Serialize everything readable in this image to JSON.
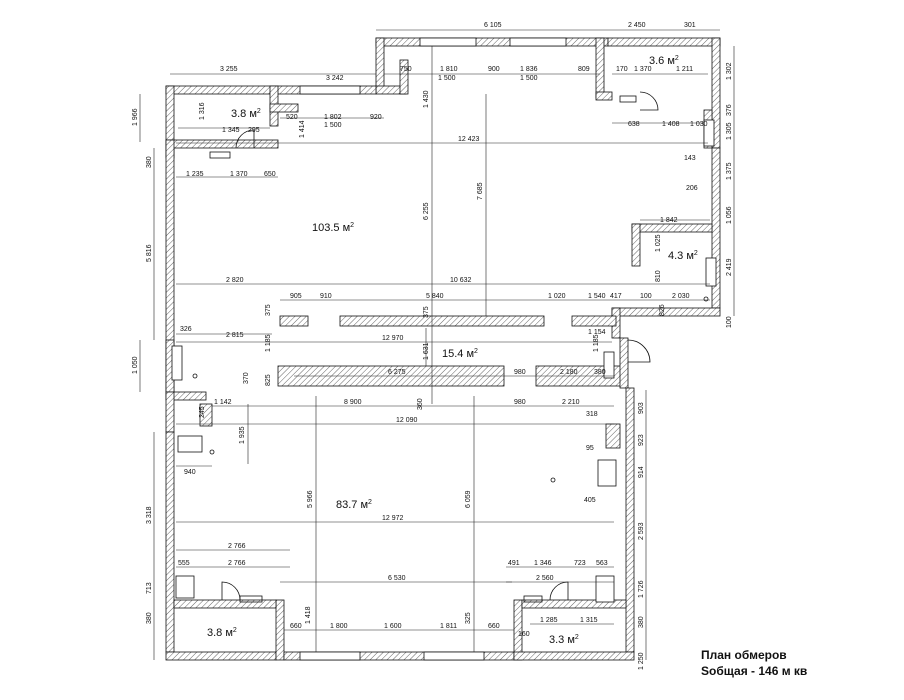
{
  "caption": {
    "line1": "План обмеров",
    "line2": "Sобщая - 146 м кв"
  },
  "rooms": [
    {
      "key": "r1",
      "area": "103.5 м",
      "sup": "2"
    },
    {
      "key": "r2",
      "area": "83.7 м",
      "sup": "2"
    },
    {
      "key": "r3",
      "area": "15.4 м",
      "sup": "2"
    },
    {
      "key": "r4",
      "area": "3.8 м",
      "sup": "2"
    },
    {
      "key": "r5",
      "area": "3.6 м",
      "sup": "2"
    },
    {
      "key": "r6",
      "area": "4.3 м",
      "sup": "2"
    },
    {
      "key": "r7",
      "area": "3.8 м",
      "sup": "2"
    },
    {
      "key": "r8",
      "area": "3.3 м",
      "sup": "2"
    }
  ],
  "dimensions": {
    "top": [
      "6 105",
      "2 450",
      "301",
      "3 255",
      "3 242",
      "750",
      "1 810",
      "900",
      "1 836",
      "809",
      "170",
      "1 370",
      "1 211",
      "1 500",
      "1 500",
      "1 430"
    ],
    "upper": [
      "1 316",
      "1 345",
      "295",
      "520",
      "1 802",
      "920",
      "1 500",
      "1 414",
      "12 423",
      "638",
      "1 408",
      "1 030",
      "143",
      "206"
    ],
    "middle": [
      "1 235",
      "1 370",
      "650",
      "6 255",
      "7 685",
      "1 842",
      "1 025",
      "810",
      "2 820",
      "10 632",
      "905",
      "910",
      "5 840",
      "1 020",
      "1 540",
      "417",
      "100",
      "2 030",
      "375",
      "375",
      "826"
    ],
    "corridor": [
      "326",
      "2 815",
      "1 154",
      "12 970",
      "1 185",
      "1 631",
      "1 185",
      "370",
      "825",
      "6 275",
      "980",
      "2 180",
      "380"
    ],
    "lower": [
      "1 142",
      "8 900",
      "980",
      "2 210",
      "318",
      "12 090",
      "1 935",
      "95",
      "940",
      "5 966",
      "6 059",
      "405",
      "12 972",
      "2 766",
      "2 766",
      "555",
      "491",
      "1 346",
      "723",
      "563",
      "6 530",
      "2 560",
      "1 418",
      "325",
      "660",
      "1 800",
      "1 600",
      "1 811",
      "660",
      "1 285",
      "1 315",
      "160",
      "245",
      "360"
    ],
    "left": [
      "1 966",
      "380",
      "5 816",
      "1 050",
      "3 318",
      "713",
      "380"
    ],
    "right": [
      "1 302",
      "1 305",
      "376",
      "1 375",
      "1 056",
      "2 419",
      "100",
      "903",
      "923",
      "914",
      "2 593",
      "1 726",
      "380",
      "1 250"
    ]
  },
  "colors": {
    "wall_outline": "#111111",
    "hatch": "#555555",
    "dimension_line": "#222222"
  }
}
